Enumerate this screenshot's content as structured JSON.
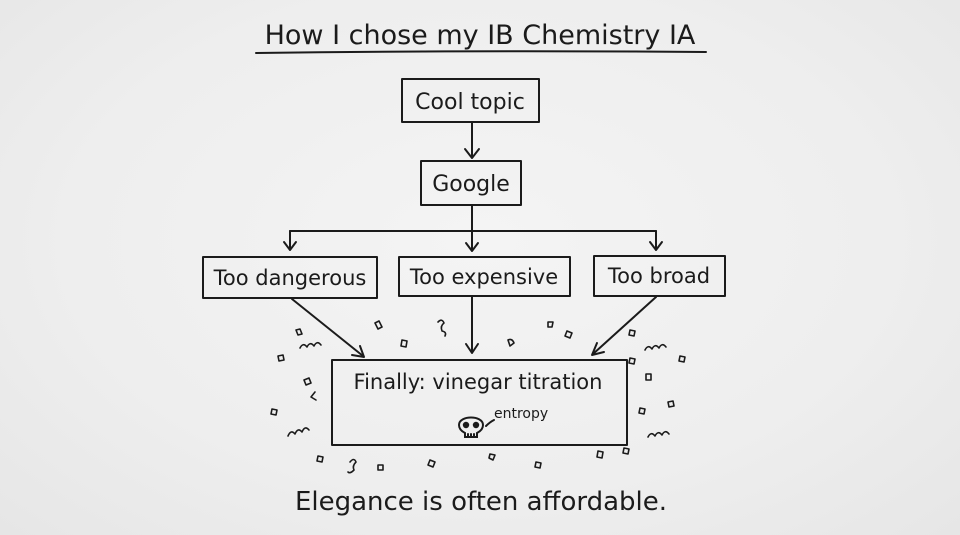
{
  "title": "How I chose my IB Chemistry IA",
  "nodes": {
    "cool_topic": "Cool topic",
    "google": "Google",
    "too_dangerous": "Too dangerous",
    "too_expensive": "Too expensive",
    "too_broad": "Too broad",
    "finally": "Finally: vinegar titration",
    "entropy_note": "entropy"
  },
  "icons": {
    "skull": "skull-icon"
  },
  "footer": "Elegance is often affordable."
}
